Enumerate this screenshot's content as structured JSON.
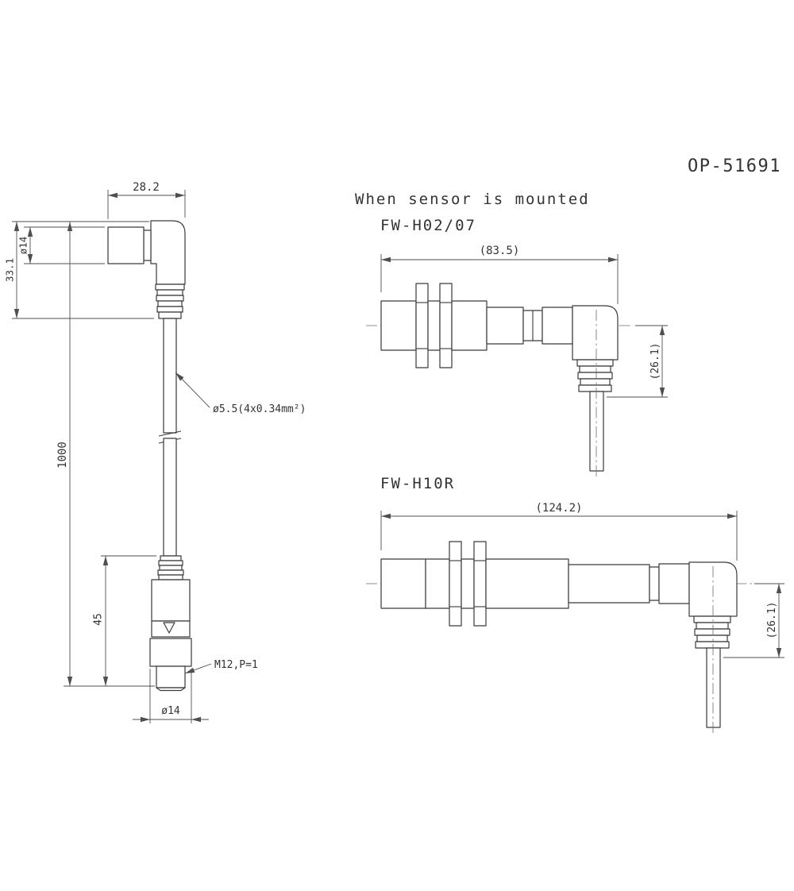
{
  "doc": {
    "part_number": "OP-51691",
    "heading": "When sensor is mounted"
  },
  "cable_view": {
    "dim_connector_width": "28.2",
    "dim_connector_diameter": "ø14",
    "dim_connector_height": "33.1",
    "dim_cable_length": "1000",
    "cable_callout": "ø5.5(4x0.34mm²)",
    "dim_plug_length": "45",
    "thread_callout": "M12,P=1",
    "dim_plug_diameter": "ø14"
  },
  "mounted_views": [
    {
      "label": "FW-H02/07",
      "dim_length": "(83.5)",
      "dim_height": "(26.1)"
    },
    {
      "label": "FW-H10R",
      "dim_length": "(124.2)",
      "dim_height": "(26.1)"
    }
  ]
}
